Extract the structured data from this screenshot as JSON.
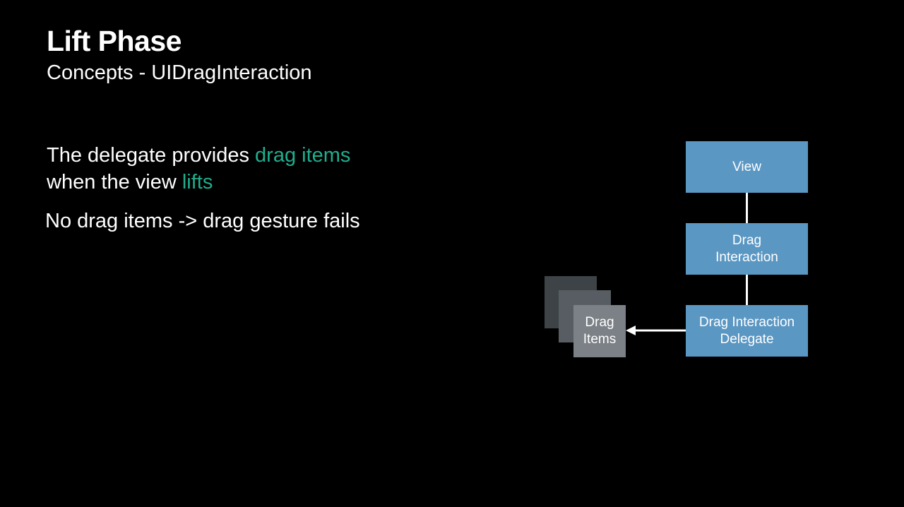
{
  "slide": {
    "title": "Lift Phase",
    "subtitle": "Concepts - UIDragInteraction"
  },
  "bullets": {
    "line1_prefix": "The delegate provides ",
    "line1_highlight": "drag items",
    "line2_prefix": "when the view ",
    "line2_highlight": "lifts",
    "line3": "No drag items -> drag gesture fails"
  },
  "diagram": {
    "view_label": "View",
    "interaction_line1": "Drag",
    "interaction_line2": "Interaction",
    "delegate_line1": "Drag Interaction",
    "delegate_line2": "Delegate",
    "items_line1": "Drag",
    "items_line2": "Items"
  },
  "colors": {
    "background": "#000000",
    "highlight": "#1fae8e",
    "box_fill": "#5b97c3",
    "card_back": "#3e4347",
    "card_middle": "#575d62",
    "card_front": "#7b8186",
    "arrow": "#ffffff"
  }
}
